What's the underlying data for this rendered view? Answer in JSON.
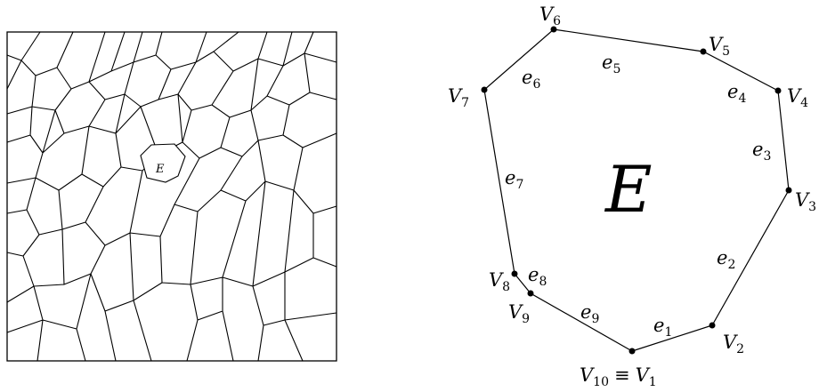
{
  "mesh": {
    "element_label": "E"
  },
  "element": {
    "big_label": "E",
    "vertices": [
      {
        "name": "V",
        "sub": "10",
        "suffix": "≡",
        "name2": "V",
        "sub2": "1"
      },
      {
        "name": "V",
        "sub": "2"
      },
      {
        "name": "V",
        "sub": "3"
      },
      {
        "name": "V",
        "sub": "4"
      },
      {
        "name": "V",
        "sub": "5"
      },
      {
        "name": "V",
        "sub": "6"
      },
      {
        "name": "V",
        "sub": "7"
      },
      {
        "name": "V",
        "sub": "8"
      },
      {
        "name": "V",
        "sub": "9"
      }
    ],
    "edges": [
      {
        "name": "e",
        "sub": "1"
      },
      {
        "name": "e",
        "sub": "2"
      },
      {
        "name": "e",
        "sub": "3"
      },
      {
        "name": "e",
        "sub": "4"
      },
      {
        "name": "e",
        "sub": "5"
      },
      {
        "name": "e",
        "sub": "6"
      },
      {
        "name": "e",
        "sub": "7"
      },
      {
        "name": "e",
        "sub": "8"
      },
      {
        "name": "e",
        "sub": "9"
      }
    ]
  },
  "colors": {
    "line": "#000000",
    "background": "#ffffff"
  }
}
